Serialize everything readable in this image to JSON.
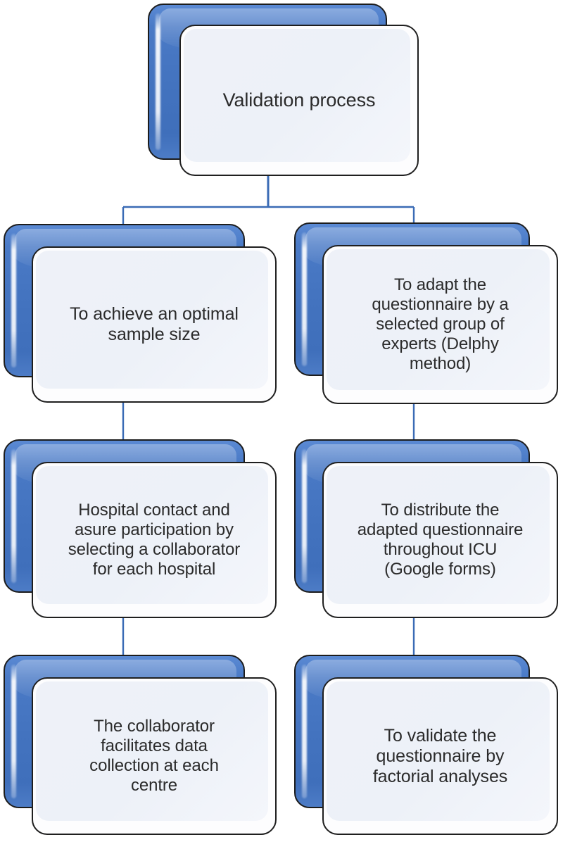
{
  "diagram": {
    "title": "Validation process flowchart",
    "colors": {
      "card_blue": "#4373bf",
      "card_blue_light": "#5b8ad4",
      "connector_blue": "#3a6bb5",
      "card_border": "#1f1f1f",
      "inner_panel": "#edf1f8",
      "text": "#2b2b2b"
    },
    "nodes": [
      {
        "id": "root",
        "label": "Validation process"
      },
      {
        "id": "left-1",
        "label": "To achieve an optimal\nsample size"
      },
      {
        "id": "left-2",
        "label": "Hospital contact  and\nasure participation by\nselecting a collaborator\nfor each hospital"
      },
      {
        "id": "left-3",
        "label": "The collaborator\nfacilitates data\ncollection at each\ncentre"
      },
      {
        "id": "right-1",
        "label": "To adapt the\nquestionnaire by a\nselected group of\nexperts (Delphy\nmethod)"
      },
      {
        "id": "right-2",
        "label": "To distribute the\nadapted questionnaire\nthroughout ICU\n(Google forms)"
      },
      {
        "id": "right-3",
        "label": "To validate the\nquestionnaire by\nfactorial analyses"
      }
    ],
    "edges": [
      {
        "from": "root",
        "to": "left-1"
      },
      {
        "from": "root",
        "to": "right-1"
      },
      {
        "from": "left-1",
        "to": "left-2"
      },
      {
        "from": "left-2",
        "to": "left-3"
      },
      {
        "from": "right-1",
        "to": "right-2"
      },
      {
        "from": "right-2",
        "to": "right-3"
      }
    ]
  }
}
